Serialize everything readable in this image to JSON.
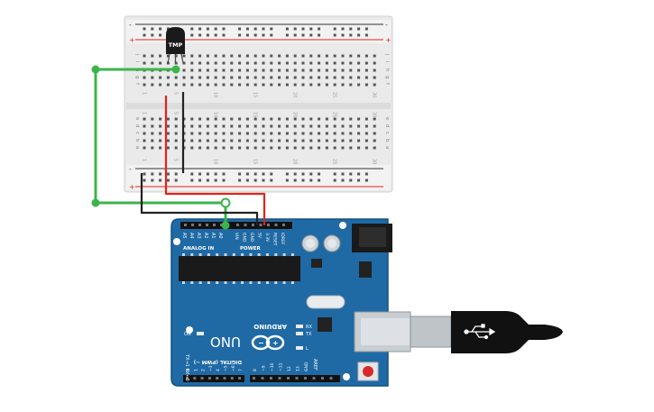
{
  "breadboard": {
    "sign_plus": "+",
    "sign_minus": "-",
    "row_letters_top": [
      "j",
      "i",
      "h",
      "g",
      "f"
    ],
    "row_letters_bottom": [
      "e",
      "d",
      "c",
      "b",
      "a"
    ],
    "column_numbers": [
      "1",
      "5",
      "10",
      "15",
      "20",
      "25",
      "30"
    ]
  },
  "sensor": {
    "label": "TMP"
  },
  "arduino": {
    "header_analog": "ANALOG IN",
    "header_power": "POWER",
    "analog_pins": [
      "A5",
      "A4",
      "A3",
      "A2",
      "A1",
      "A0"
    ],
    "power_pins": [
      "VIN",
      "GND",
      "GND",
      "5V",
      "3.3V",
      "RESET",
      "IOREF"
    ],
    "brand": "ARDUINO",
    "model": "UNO",
    "on_label": "ON",
    "tx_label": "TX",
    "rx_label": "RX",
    "l_label": "L",
    "digital_label": "DIGITAL (PWM ~)",
    "aref_label": "AREF",
    "txrx_label": "TX→1 RX←0"
  },
  "colors": {
    "wire_green": "#3cb44b",
    "wire_red": "#e2231a",
    "wire_black": "#222222",
    "board_blue": "#1f6aa5",
    "breadboard": "#ebebeb"
  }
}
